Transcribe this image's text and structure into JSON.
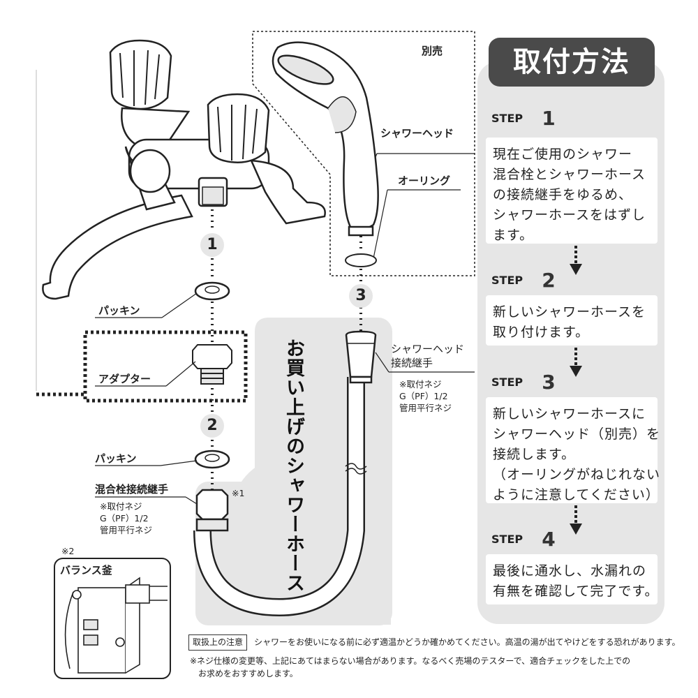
{
  "panel": {
    "title": "取付方法",
    "steps": [
      {
        "word": "STEP",
        "num": "1",
        "text": "現在ご使用のシャワー\n混合栓とシャワーホース\nの接続継手をゆるめ、\nシャワーホースをはずし\nます。"
      },
      {
        "word": "STEP",
        "num": "2",
        "text": "新しいシャワーホースを\n取り付けます。"
      },
      {
        "word": "STEP",
        "num": "3",
        "text": "新しいシャワーホースに\nシャワーヘッド（別売）を\n接続します。\n（オーリングがねじれない\nように注意してください）"
      },
      {
        "word": "STEP",
        "num": "4",
        "text": "最後に通水し、水漏れの\n有無を確認して完了です。"
      }
    ]
  },
  "labels": {
    "sold_separately": "別売",
    "shower_head": "シャワーヘッド",
    "o_ring": "オーリング",
    "packing_1": "パッキン",
    "adapter": "アダプター",
    "packing_2": "パッキン",
    "mixer_joint": "混合栓接続継手",
    "mixer_joint_note": "※取付ネジ\nG（PF）1/2\n管用平行ネジ",
    "mark_1": "※1",
    "mark_2": "※2",
    "balance_pot": "バランス釜",
    "head_joint": "シャワーヘッド\n接続継手",
    "head_joint_note": "※取付ネジ\nG（PF）1/2\n管用平行ネジ",
    "hose_title": "お買い上げのシャワーホース"
  },
  "numbers": [
    "1",
    "2",
    "3"
  ],
  "caution": {
    "tag": "取扱上の注意",
    "text": "シャワーをお使いになる前に必ず適温かどうか確かめてください。高温の湯が出てやけどをする恐れがあります。"
  },
  "footnote": "※ネジ仕様の変更等、上記にあてはまらない場合があります。なるべく売場のテスターで、適合チェックをした上での\n　お求めをおすすめします。",
  "colors": {
    "panel_bg": "#e6e6e6",
    "title_bg": "#4a4a4a",
    "line": "#222222"
  }
}
